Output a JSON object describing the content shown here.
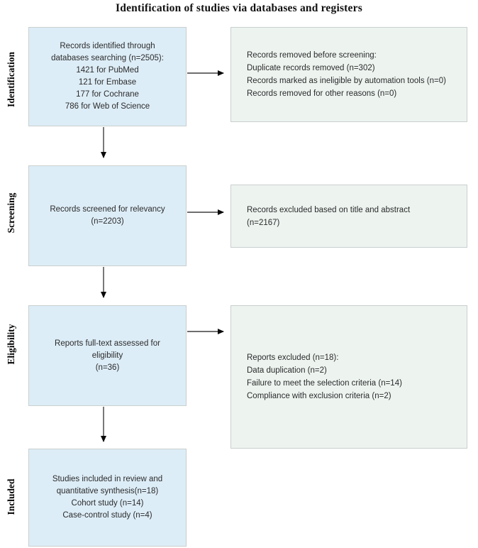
{
  "title": "Identification of studies via databases and registers",
  "stages": [
    {
      "label": "Identification"
    },
    {
      "label": "Screening"
    },
    {
      "label": "Eligibility"
    },
    {
      "label": "Included"
    }
  ],
  "boxes": {
    "records_identified": {
      "lines": [
        "Records identified through",
        "databases searching (n=2505):",
        "1421 for PubMed",
        "121 for Embase",
        "177 for Cochrane",
        "786 for Web of Science"
      ]
    },
    "records_removed": {
      "lines": [
        "Records removed before screening:",
        "Duplicate records removed  (n=302)",
        "Records marked as ineligible by automation tools (n=0)",
        "Records removed for other reasons (n=0)"
      ]
    },
    "records_screened": {
      "lines": [
        "Records screened for relevancy",
        "(n=2203)"
      ]
    },
    "records_excluded": {
      "lines": [
        "Records excluded based on title and abstract",
        "(n=2167)"
      ]
    },
    "reports_assessed": {
      "lines": [
        "Reports full-text assessed for",
        "eligibility",
        "(n=36)"
      ]
    },
    "reports_excluded": {
      "lines": [
        "Reports excluded (n=18):",
        "Data duplication (n=2)",
        "Failure to meet the selection criteria (n=14)",
        "Compliance with exclusion criteria (n=2)"
      ]
    },
    "studies_included": {
      "lines": [
        "Studies included in review and",
        "quantitative synthesis(n=18)",
        "Cohort study (n=14)",
        "Case-control study (n=4)"
      ]
    }
  },
  "colors": {
    "left_box_fill": "#ddedf7",
    "right_box_fill": "#edf4f0",
    "box_border": "#c9cfce",
    "arrow": "#3f3f3f",
    "text": "#2b2b2b"
  }
}
